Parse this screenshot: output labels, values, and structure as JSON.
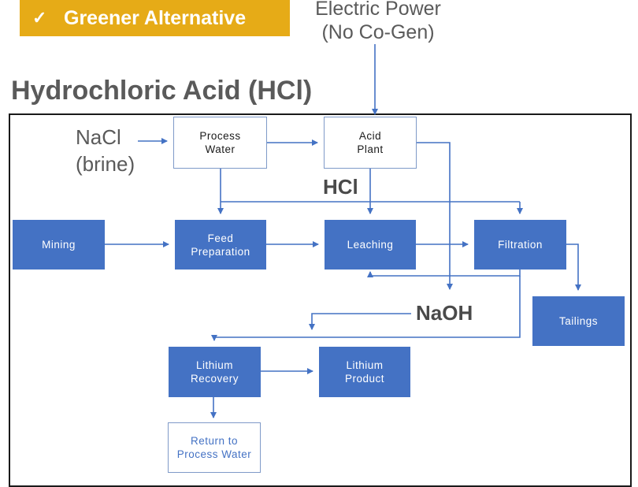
{
  "badge": {
    "check": "✓",
    "text": "Greener Alternative"
  },
  "power": {
    "line1": "Electric Power",
    "line2": "(No Co-Gen)"
  },
  "title": "Hydrochloric Acid (HCl)",
  "inputs": {
    "nacl": "NaCl",
    "brine": "(brine)"
  },
  "chem": {
    "hcl": "HCl",
    "naoh": "NaOH"
  },
  "nodes": {
    "process_water": {
      "l1": "Process",
      "l2": "Water"
    },
    "acid_plant": {
      "l1": "Acid",
      "l2": "Plant"
    },
    "mining": {
      "l1": "Mining"
    },
    "feed_prep": {
      "l1": "Feed",
      "l2": "Preparation"
    },
    "leaching": {
      "l1": "Leaching"
    },
    "filtration": {
      "l1": "Filtration"
    },
    "tailings": {
      "l1": "Tailings"
    },
    "lithium_recovery": {
      "l1": "Lithium",
      "l2": "Recovery"
    },
    "lithium_product": {
      "l1": "Lithium",
      "l2": "Product"
    },
    "return_water": {
      "l1": "Return to",
      "l2": "Process Water"
    }
  },
  "colors": {
    "badge": "#e6ab17",
    "box": "#4472c4",
    "arrow": "#4472c4",
    "text": "#5a5a5a"
  }
}
